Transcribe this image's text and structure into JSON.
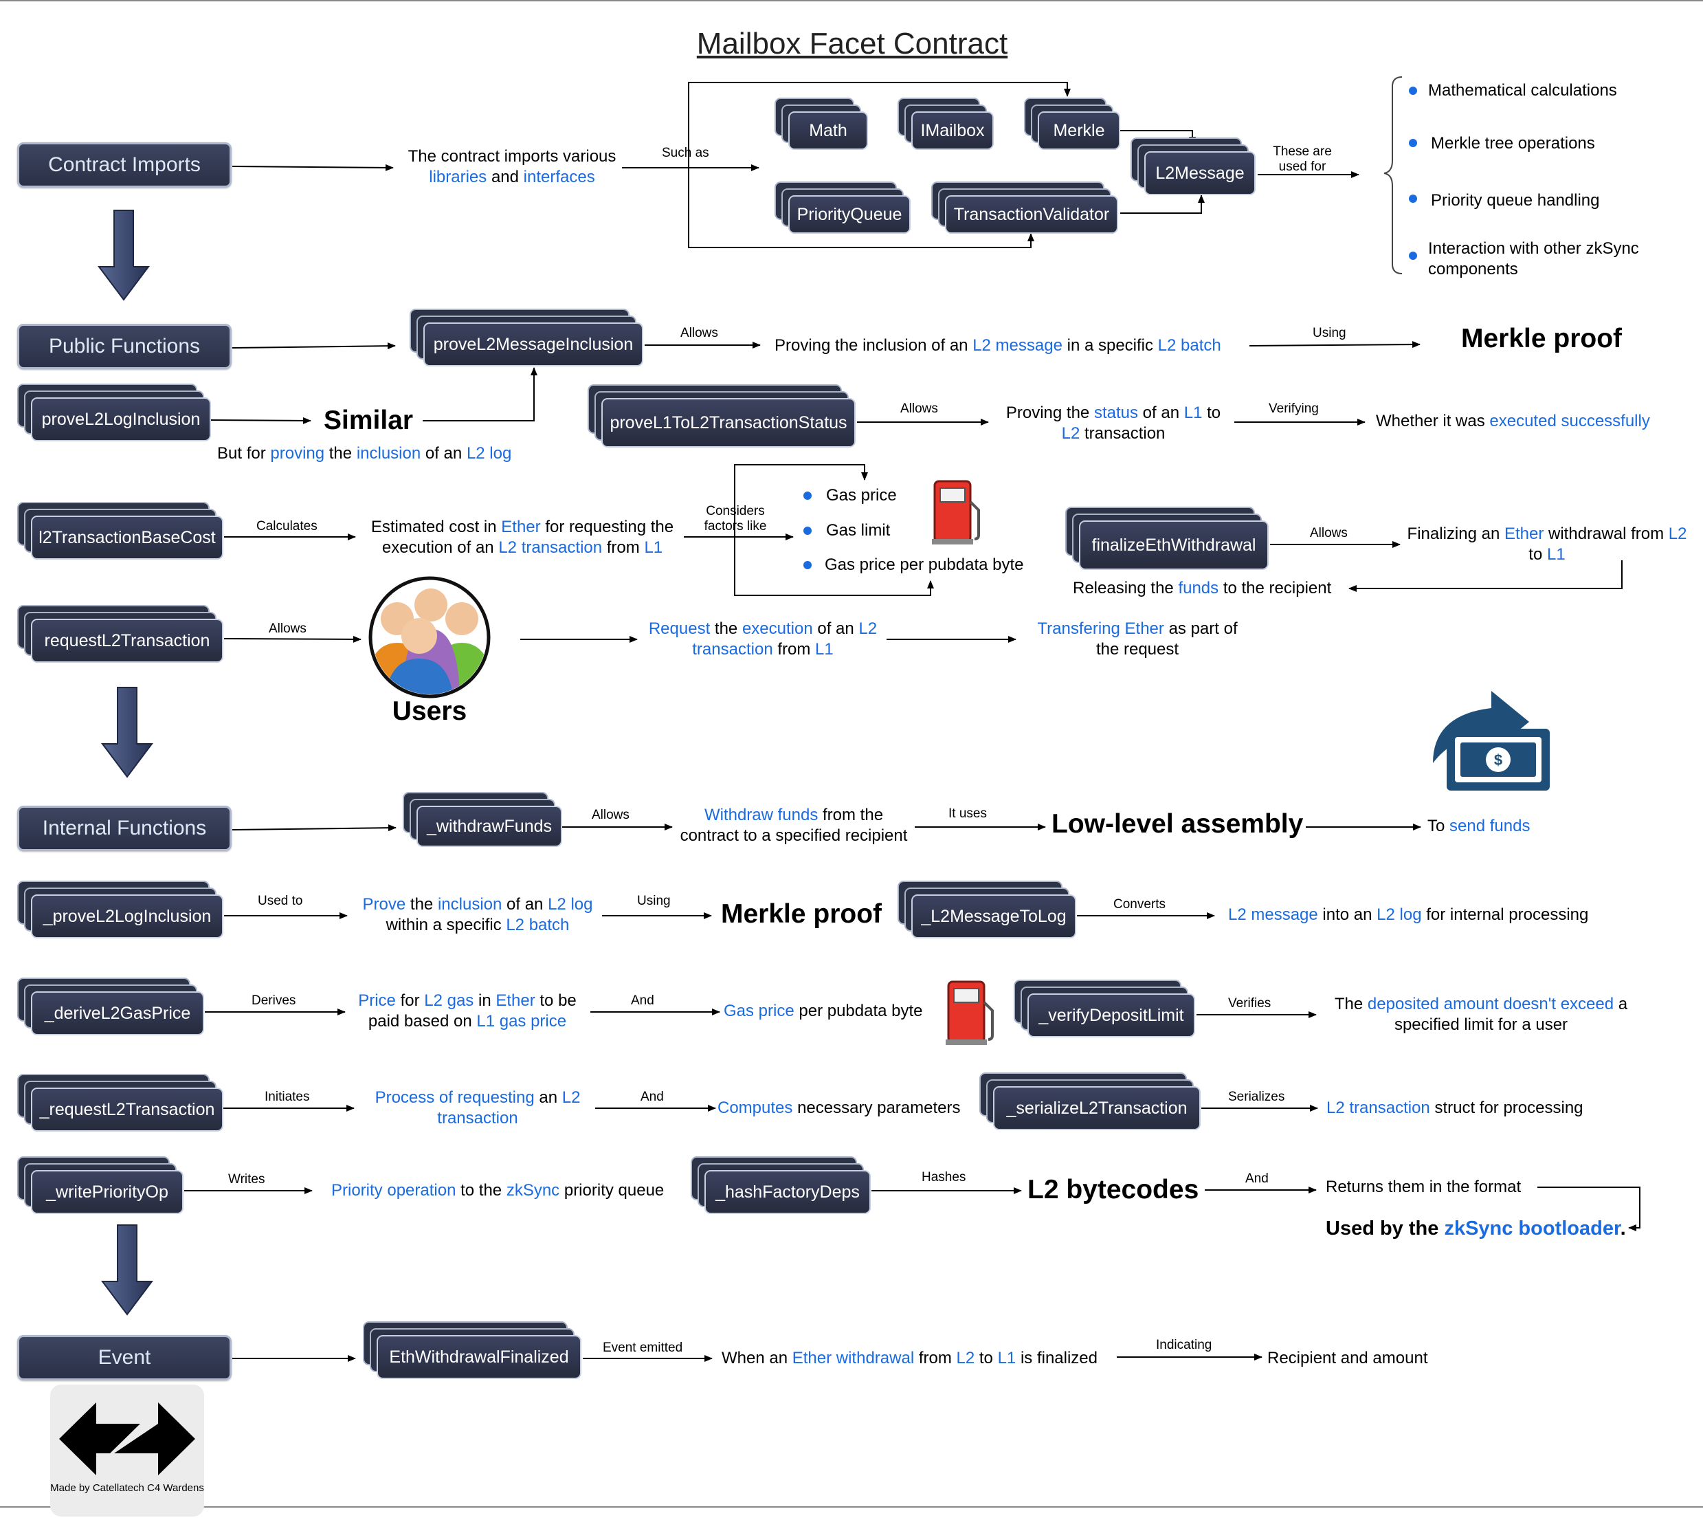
{
  "title": "Mailbox Facet Contract",
  "sections": {
    "imports": "Contract Imports",
    "public": "Public Functions",
    "internal": "Internal Functions",
    "event": "Event"
  },
  "imports": {
    "desc": [
      "The contract imports various",
      "libraries",
      "and",
      "interfaces"
    ],
    "such_as": "Such as",
    "libs": [
      "Math",
      "IMailbox",
      "Merkle",
      "L2Message",
      "PriorityQueue",
      "TransactionValidator"
    ],
    "used_for_label": [
      "These are",
      "used for"
    ],
    "uses": [
      "Mathematical calculations",
      "Merkle tree operations",
      "Priority queue handling",
      "Interaction with other zkSync",
      "components"
    ]
  },
  "public": {
    "proveL2MessageInclusion": "proveL2MessageInclusion",
    "allows": "Allows",
    "p1": [
      "Proving the inclusion of an",
      "L2 message",
      "in a specific",
      "L2 batch"
    ],
    "using": "Using",
    "merkle_proof": "Merkle proof",
    "proveL2LogInclusion": "proveL2LogInclusion",
    "similar": "Similar",
    "similar_note": [
      "But for",
      "proving",
      "the",
      "inclusion",
      "of an",
      "L2 log"
    ],
    "proveL1ToL2TransactionStatus": "proveL1ToL2TransactionStatus",
    "p2": [
      "Proving the",
      "status",
      "of an",
      "L1",
      "to",
      "L2",
      "transaction"
    ],
    "verifying": "Verifying",
    "p2_result": [
      "Whether it was",
      "executed successfully"
    ],
    "l2TransactionBaseCost": "l2TransactionBaseCost",
    "calculates": "Calculates",
    "p3": [
      "Estimated cost in",
      "Ether",
      "for requesting the",
      "execution of an",
      "L2 transaction",
      "from",
      "L1"
    ],
    "considers": [
      "Considers",
      "factors like"
    ],
    "factors": [
      "Gas price",
      "Gas limit",
      "Gas price per pubdata byte"
    ],
    "finalizeEthWithdrawal": "finalizeEthWithdrawal",
    "p4": [
      "Finalizing an",
      "Ether",
      "withdrawal from",
      "L2",
      "to",
      "L1"
    ],
    "p4_release": [
      "Releasing the",
      "funds",
      "to the recipient"
    ],
    "requestL2Transaction": "requestL2Transaction",
    "users": "Users",
    "p5": [
      "Request",
      "the",
      "execution",
      "of an",
      "L2",
      "transaction",
      "from",
      "L1"
    ],
    "p5_result": [
      "Transfering Ether",
      "as part of",
      "the request"
    ]
  },
  "internal": {
    "withdrawFunds": "_withdrawFunds",
    "allows": "Allows",
    "i1": [
      "Withdraw funds",
      "from the",
      "contract to a specified recipient"
    ],
    "it_uses": "It uses",
    "low_level": "Low-level assembly",
    "i1_result": [
      "To",
      "send funds"
    ],
    "proveL2LogInclusion": "_proveL2LogInclusion",
    "used_to": "Used to",
    "i2": [
      "Prove",
      "the",
      "inclusion",
      "of an",
      "L2 log",
      "within a specific",
      "L2 batch"
    ],
    "using": "Using",
    "merkle_proof": "Merkle proof",
    "L2MessageToLog": "_L2MessageToLog",
    "converts": "Converts",
    "i3": [
      "L2 message",
      "into an",
      "L2 log",
      "for internal processing"
    ],
    "deriveL2GasPrice": "_deriveL2GasPrice",
    "derives": "Derives",
    "i4": [
      "Price",
      "for",
      "L2 gas",
      "in",
      "Ether",
      "to be",
      "paid based on",
      "L1 gas price"
    ],
    "and": "And",
    "i4_result": [
      "Gas price",
      "per pubdata byte"
    ],
    "verifyDepositLimit": "_verifyDepositLimit",
    "verifies": "Verifies",
    "i5": [
      "The",
      "deposited amount doesn't exceed",
      "a",
      "specified limit for a user"
    ],
    "requestL2Transaction": "_requestL2Transaction",
    "initiates": "Initiates",
    "i6": [
      "Process of requesting",
      "an",
      "L2",
      "transaction"
    ],
    "i6_result": [
      "Computes",
      "necessary parameters"
    ],
    "serializeL2Transaction": "_serializeL2Transaction",
    "serializes": "Serializes",
    "i7": [
      "L2 transaction",
      "struct for processing"
    ],
    "writePriorityOp": "_writePriorityOp",
    "writes": "Writes",
    "i8": [
      "Priority operation",
      "to the",
      "zkSync",
      "priority queue"
    ],
    "hashFactoryDeps": "_hashFactoryDeps",
    "hashes": "Hashes",
    "bytecodes": "L2 bytecodes",
    "i9": "Returns them in the format",
    "i9_used": [
      "Used by the",
      "zkSync bootloader",
      "."
    ]
  },
  "event": {
    "EthWithdrawalFinalized": "EthWithdrawalFinalized",
    "emitted": "Event emitted",
    "e1": [
      "When an",
      "Ether withdrawal",
      "from",
      "L2",
      "to",
      "L1",
      "is finalized"
    ],
    "indicating": "Indicating",
    "e1_result": "Recipient and amount"
  },
  "credit": "Made by Catellatech C4 Wardens",
  "icons": [
    "fuel-pump-icon",
    "users-group-icon",
    "money-send-icon",
    "zksync-logo-icon",
    "down-arrow-icon"
  ],
  "colors": {
    "accent_text": "#1a6be0",
    "node_fill": "#2d3347",
    "node_border": "#aeb9ce",
    "arrow": "#3a4468"
  }
}
